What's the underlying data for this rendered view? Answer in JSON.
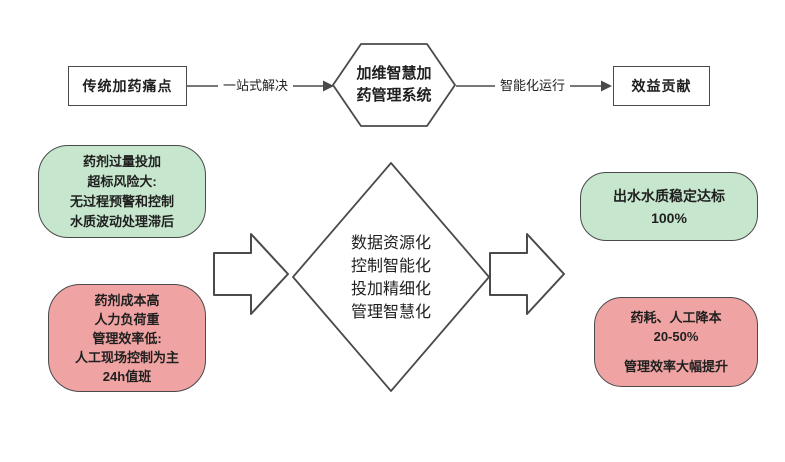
{
  "flow": {
    "pain_box_label": "传统加药痛点",
    "arrow1_label": "一站式解决",
    "hexagon": {
      "lines": [
        "加维智慧加",
        "药管理系统"
      ]
    },
    "arrow2_label": "智能化运行",
    "benefit_box_label": "效益贡献"
  },
  "left": {
    "risk_box": {
      "lines": [
        "药剂过量投加",
        "超标风险大:",
        "无过程预警和控制",
        "水质波动处理滞后"
      ]
    },
    "cost_box": {
      "lines": [
        "药剂成本高",
        "人力负荷重",
        "管理效率低:",
        "人工现场控制为主",
        "24h值班"
      ]
    }
  },
  "diamond": {
    "lines": [
      "数据资源化",
      "控制智能化",
      "投加精细化",
      "管理智慧化"
    ]
  },
  "right": {
    "quality_box": {
      "lines": [
        "出水水质稳定达标",
        "100%"
      ]
    },
    "saving_box": {
      "lines": [
        "药耗、人工降本",
        "20-50%",
        "管理效率大幅提升"
      ]
    }
  },
  "colors": {
    "green_fill": "#c6e7cd",
    "pink_fill": "#f0a3a3",
    "outline": "#4a4a4a",
    "background": "#ffffff",
    "text": "#1f1f1f"
  }
}
